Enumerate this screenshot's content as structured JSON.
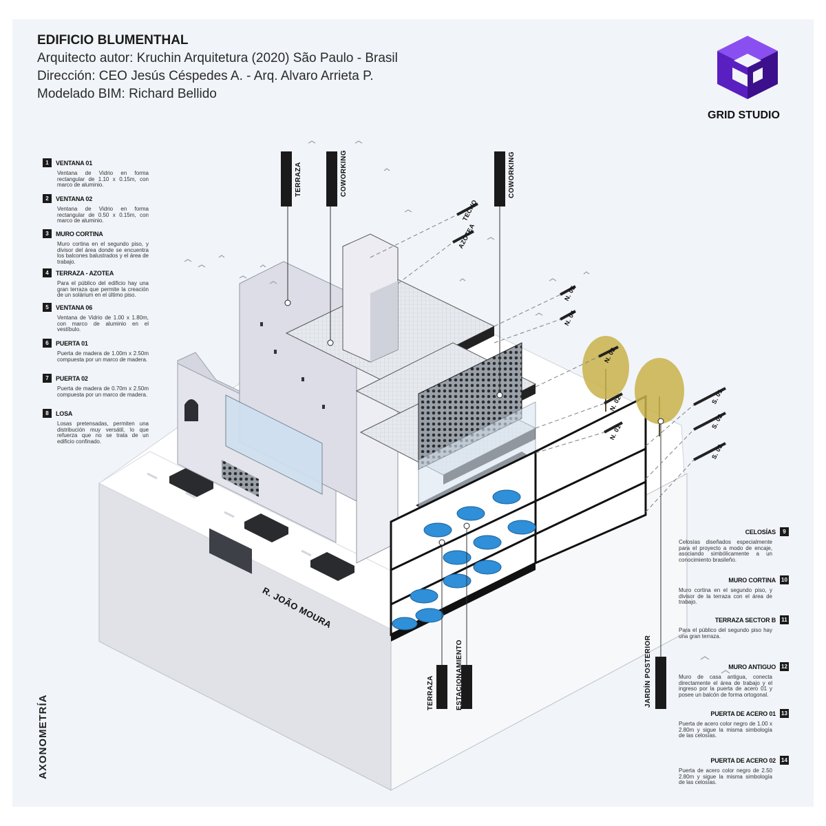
{
  "header": {
    "title": "EDIFICIO BLUMENTHAL",
    "lines": [
      "Arquitecto autor:  Kruchin Arquitetura (2020) São Paulo - Brasil",
      "Dirección: CEO Jesús Céspedes A. - Arq. Alvaro Arrieta P.",
      "Modelado BIM: Richard Bellido"
    ]
  },
  "logo": {
    "icon": "grid-studio-cube-logo",
    "text": "GRID STUDIO",
    "color": "#6b2bd8"
  },
  "legend_left": [
    {
      "num": "1",
      "title": "VENTANA 01",
      "text": "Ventana de Vidrio en forma rectangular de 1.10 x 0.15m, con marco de aluminio."
    },
    {
      "num": "2",
      "title": "VENTANA 02",
      "text": "Ventana de Vidrio en forma rectangular de 0.50 x 0.15m, con marco de aluminio."
    },
    {
      "num": "3",
      "title": "MURO CORTINA",
      "text": "Muro cortina en el segundo piso, y divisor del área donde se encuentra los balcones balustrados y el área de trabajo."
    },
    {
      "num": "4",
      "title": "TERRAZA - AZOTEA",
      "text": "Para el público del edificio hay una gran terraza que permite la creación de un solárium en el último piso."
    },
    {
      "num": "5",
      "title": "VENTANA 06",
      "text": "Ventana de Vidrio de 1.00 x 1.80m, con marco de aluminio en el vestíbulo."
    },
    {
      "num": "6",
      "title": "PUERTA 01",
      "text": "Puerta de madera de 1.00m x 2.50m compuesta por un marco de madera."
    },
    {
      "num": "7",
      "title": "PUERTA 02",
      "text": "Puerta de madera de 0.70m x 2.50m compuesta por un marco de madera."
    },
    {
      "num": "8",
      "title": "LOSA",
      "text": "Losas pretensadas, permiten una distribución muy versátil, lo que refuerza que no se trata de un edificio confinado."
    }
  ],
  "legend_right": [
    {
      "num": "9",
      "title": "CELOSÍAS",
      "text": "Celosías diseñados especialmente para el proyecto a modo de encaje, asociando simbólicamente a un conocimiento brasileño."
    },
    {
      "num": "10",
      "title": "MURO CORTINA",
      "text": "Muro cortina en el segundo piso, y divisor de la terraza con el área de trabajo."
    },
    {
      "num": "11",
      "title": "TERRAZA SECTOR B",
      "text": "Para el público del segundo piso hay una gran terraza."
    },
    {
      "num": "12",
      "title": "MURO ANTIGUO",
      "text": "Muro de casa antigua, conecta directamente el área de trabajo y el ingreso por la puerta de acero 01 y posee un balcón de forma ortogonal."
    },
    {
      "num": "13",
      "title": "PUERTA DE ACERO 01",
      "text": "Puerta de acero color negro de 1.00 x 2.80m y sigue la misma simbología de las celosías."
    },
    {
      "num": "14",
      "title": "PUERTA DE ACERO 02",
      "text": "Puerta de acero color negro de 2.50 2.80m y sigue la misma simbología de las celosías."
    }
  ],
  "zone_labels": {
    "terraza_top": "TERRAZA",
    "coworking_top": "COWORKING",
    "coworking_right": "COWORKING",
    "terraza_bottom": "TERRAZA",
    "estacionamiento": "ESTACIONAMIENTO",
    "jardin": "JARDÍN POSTERIOR"
  },
  "level_labels": [
    "TECHO",
    "AZOTEA",
    "N. 05",
    "N. 04",
    "N. 03",
    "N. 02",
    "N. 01",
    "S. 01",
    "S. 02",
    "S. 03"
  ],
  "street_label": "R. JOÃO MOURA",
  "view_label": "AXONOMETRÍA",
  "colors": {
    "accent": "#6b2bd8",
    "car": "#2f8fd8",
    "tree": "#c9b24a"
  }
}
